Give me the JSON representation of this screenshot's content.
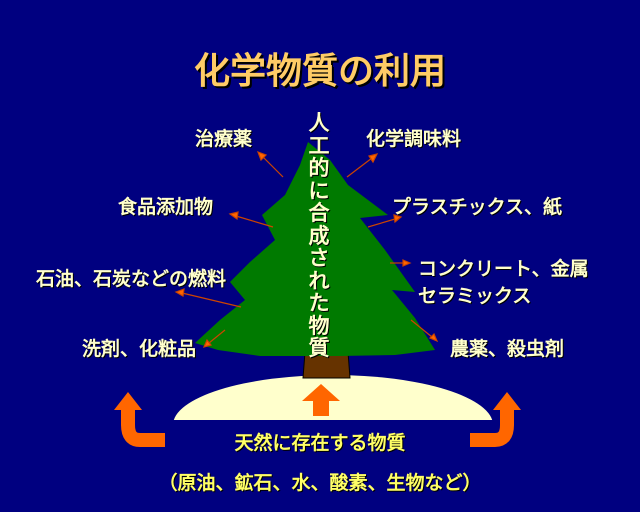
{
  "title": "化学物質の利用",
  "center_label": "人工的に合成された物質",
  "products": {
    "medicine": "治療薬",
    "seasoning": "化学調味料",
    "food_additives": "食品添加物",
    "plastics": "プラスチックス、紙",
    "fuels": "石油、石炭などの燃料",
    "concrete": "コンクリート、金属",
    "ceramics": "セラミックス",
    "detergents": "洗剤、化粧品",
    "pesticides": "農薬、殺虫剤"
  },
  "base": {
    "label": "天然に存在する物質",
    "examples": "（原油、鉱石、水、酸素、生物など）"
  },
  "colors": {
    "background": "#000080",
    "tree": "#007A00",
    "trunk": "#663300",
    "ground": "#FFFFCC",
    "arrow": "#FF6600",
    "title": "#FFCC66"
  }
}
